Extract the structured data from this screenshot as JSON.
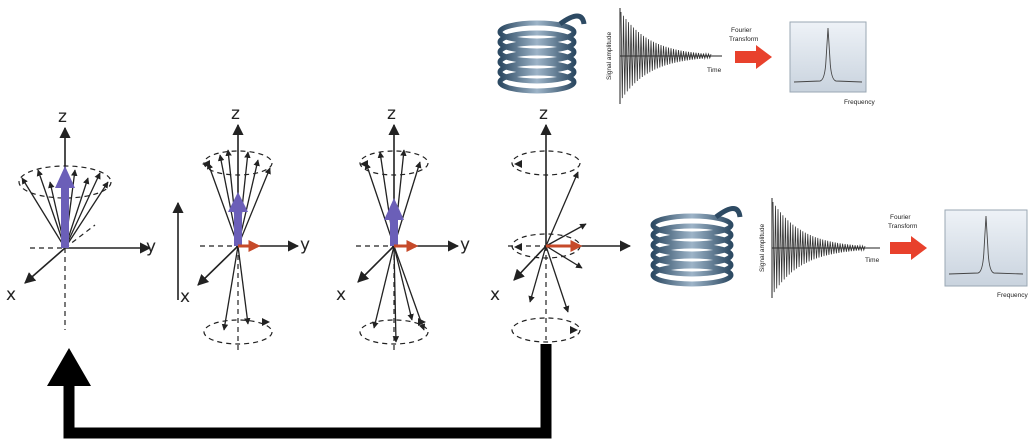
{
  "axes": {
    "x": "x",
    "y": "y",
    "z": "z"
  },
  "spectrum_upper": {
    "y_label": "Signal amplitude",
    "x_label": "Time",
    "transform_label": [
      "Fourier",
      "Transform"
    ],
    "spectrum_x_label": "Frequency"
  },
  "spectrum_lower": {
    "y_label": "Signal amplitude",
    "x_label": "Time",
    "transform_label": [
      "Fourier",
      "Transform"
    ],
    "spectrum_x_label": "Frequency"
  },
  "colors": {
    "net_magnetization": "#6b5fb8",
    "transverse_component": "#c64a2a",
    "transform_arrow": "#e8412c",
    "coil": "#4a6a85",
    "feedback_arrow": "#000000"
  }
}
